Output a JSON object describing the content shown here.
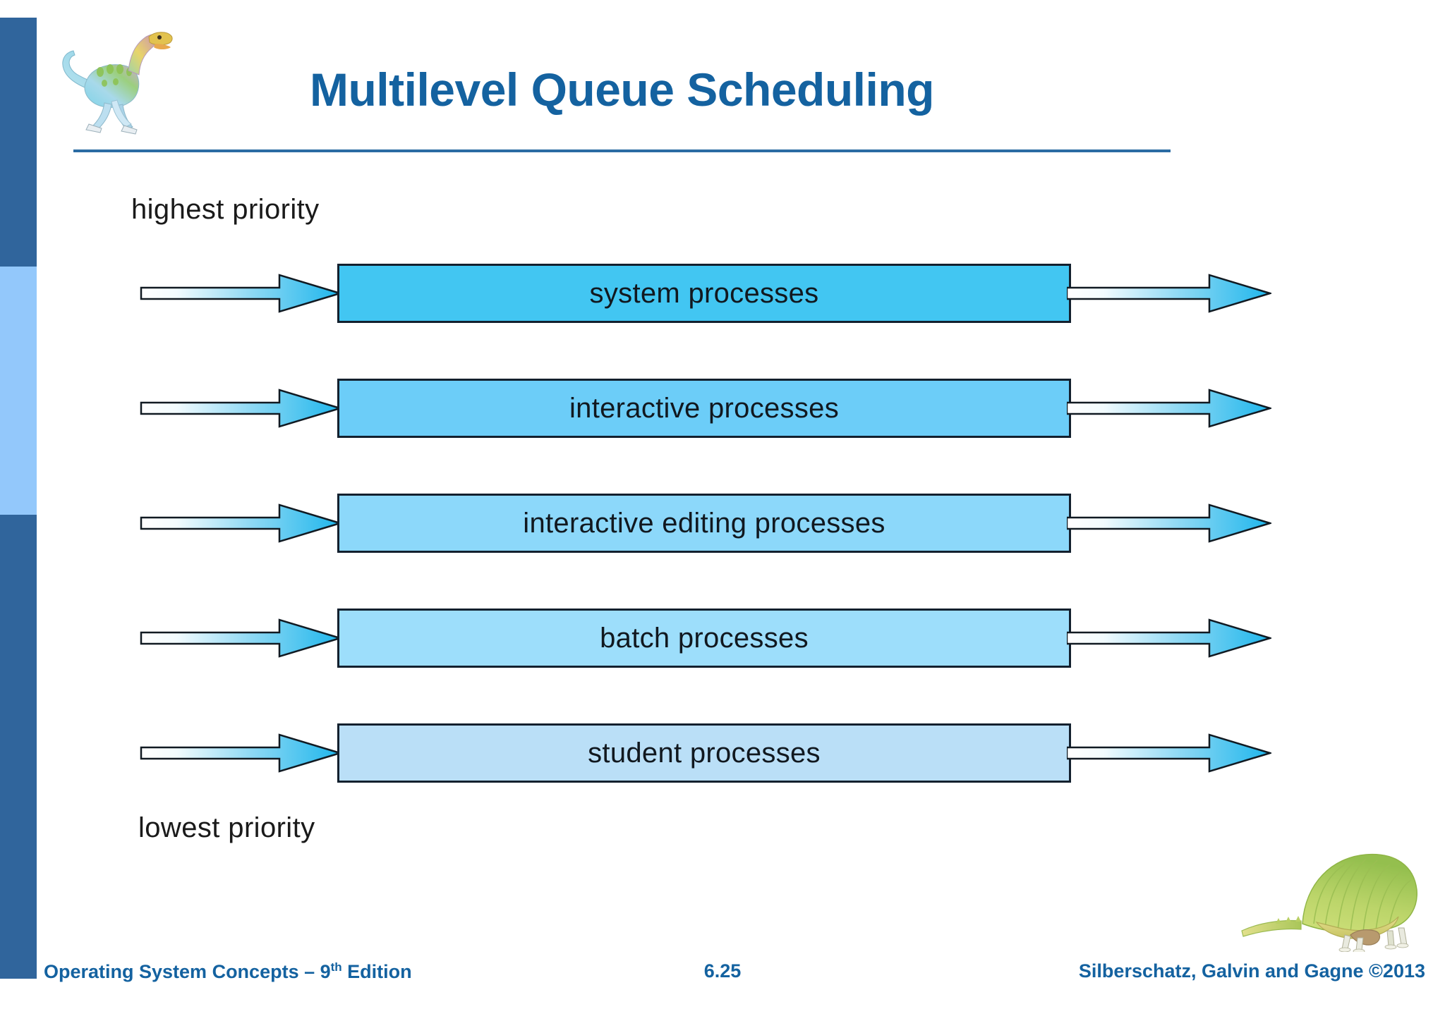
{
  "slide": {
    "title": "Multilevel Queue Scheduling",
    "title_color": "#1462a0",
    "rule_color": "#2b6ca3",
    "background": "#ffffff"
  },
  "sidebar": {
    "segments": [
      {
        "name": "upper-dark",
        "color": "#30659c"
      },
      {
        "name": "middle-light",
        "color": "#93c8fb"
      },
      {
        "name": "lower-dark",
        "color": "#30659c"
      }
    ]
  },
  "logos": {
    "top_icon": "dinosaur-icon",
    "bottom_icon": "dimetrodon-icon"
  },
  "diagram": {
    "top_label": "highest priority",
    "bottom_label": "lowest priority",
    "box_border_color": "#13202e",
    "arrow_tip_color": "#29b8ec",
    "queues": [
      {
        "label": "system processes",
        "fill": "#42c6f2",
        "arrow_in": "queue-arrow-in",
        "arrow_out": "queue-arrow-out"
      },
      {
        "label": "interactive processes",
        "fill": "#6ccdf8",
        "arrow_in": "queue-arrow-in",
        "arrow_out": "queue-arrow-out"
      },
      {
        "label": "interactive editing processes",
        "fill": "#8cd8fa",
        "arrow_in": "queue-arrow-in",
        "arrow_out": "queue-arrow-out"
      },
      {
        "label": "batch processes",
        "fill": "#9ddefb",
        "arrow_in": "queue-arrow-in",
        "arrow_out": "queue-arrow-out"
      },
      {
        "label": "student processes",
        "fill": "#badff7",
        "arrow_in": "queue-arrow-in",
        "arrow_out": "queue-arrow-out"
      }
    ]
  },
  "footer": {
    "left_text": "Operating System Concepts – 9",
    "left_sup": "th",
    "left_tail": " Edition",
    "page_number": "6.25",
    "right_text": "Silberschatz, Galvin and Gagne ©2013",
    "color": "#1462a0"
  }
}
